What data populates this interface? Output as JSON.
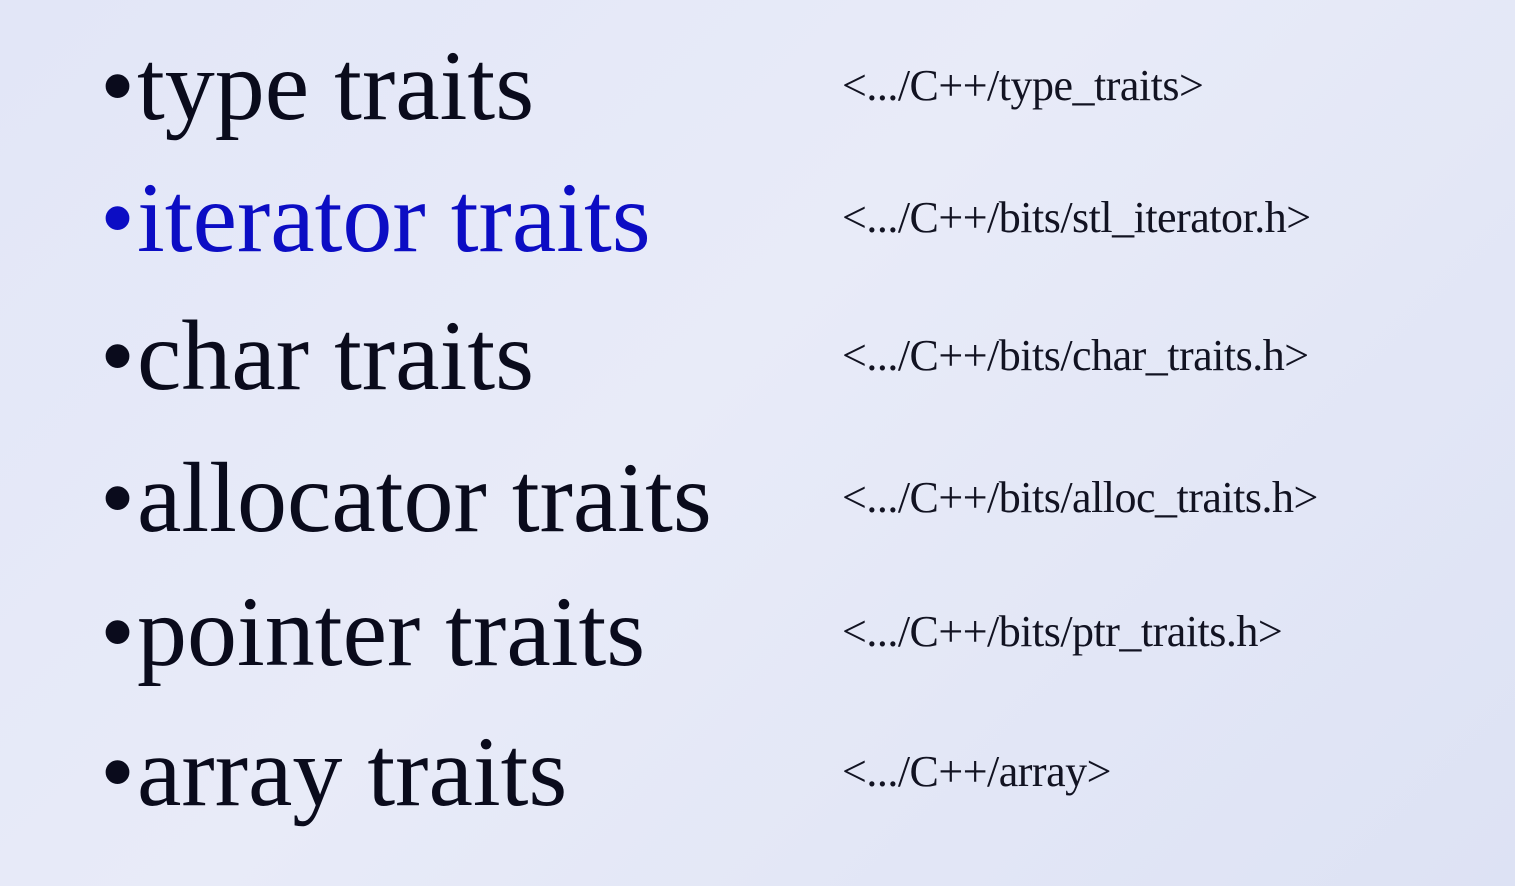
{
  "slide": {
    "items": [
      {
        "label": "type traits",
        "path": "<.../C++/type_traits>",
        "highlighted": false
      },
      {
        "label": "iterator traits",
        "path": "<.../C++/bits/stl_iterator.h>",
        "highlighted": true
      },
      {
        "label": "char traits",
        "path": "<.../C++/bits/char_traits.h>",
        "highlighted": false
      },
      {
        "label": "allocator traits",
        "path": "<.../C++/bits/alloc_traits.h>",
        "highlighted": false
      },
      {
        "label": "pointer traits",
        "path": "<.../C++/bits/ptr_traits.h>",
        "highlighted": false
      },
      {
        "label": "array traits",
        "path": "<.../C++/array>",
        "highlighted": false
      }
    ],
    "bullet_glyph": "•",
    "colors": {
      "text": "#0a0b1c",
      "highlight": "#0c0dc4",
      "background": "#e4e8f7"
    }
  }
}
